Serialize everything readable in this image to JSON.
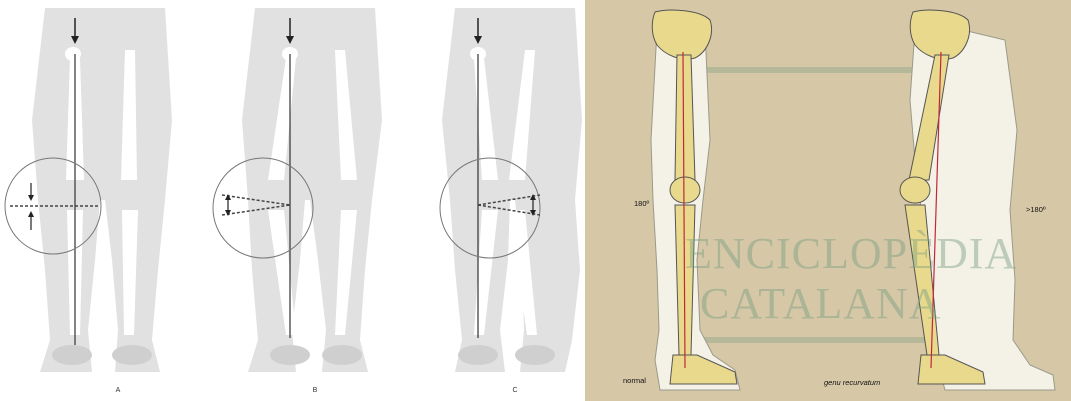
{
  "left_figure": {
    "panels": [
      {
        "label": "A"
      },
      {
        "label": "B"
      },
      {
        "label": "C"
      }
    ]
  },
  "right_figure": {
    "angle_left": "180º",
    "angle_right": ">180º",
    "caption_left": "normal",
    "caption_right": "genu recurvatum",
    "watermark_line1": "ENCICLOPÈDIA",
    "watermark_line2": "CATALANA"
  },
  "colors": {
    "body_fill": "#e1e1e1",
    "bone_fill": "#ffffff",
    "photo_bg": "#d6c7a6",
    "bone_yellow": "#e9d98c",
    "axis_red": "#c0283a"
  }
}
